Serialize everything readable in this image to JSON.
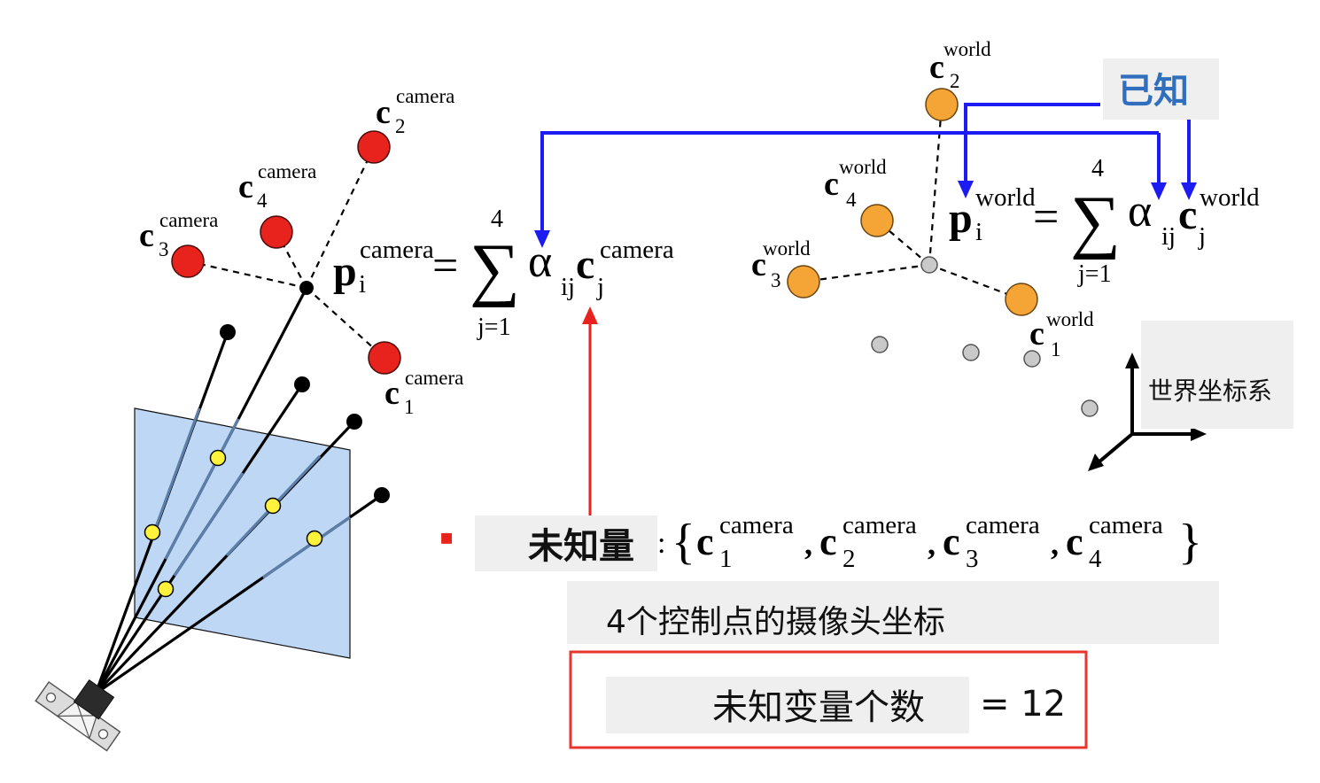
{
  "camera_side": {
    "points": [
      {
        "base": "c",
        "sub": "2",
        "sup": "camera"
      },
      {
        "base": "c",
        "sub": "4",
        "sup": "camera"
      },
      {
        "base": "c",
        "sub": "3",
        "sup": "camera"
      },
      {
        "base": "c",
        "sub": "1",
        "sup": "camera"
      }
    ],
    "equation": {
      "lhs_base": "p",
      "lhs_sub": "i",
      "lhs_sup": "camera",
      "equals": "=",
      "sum_symbol": "∑",
      "sum_upper": "4",
      "sum_lower": "j=1",
      "alpha": "α",
      "alpha_sub": "ij",
      "rhs_base": "c",
      "rhs_sub": "j",
      "rhs_sup": "camera"
    }
  },
  "world_side": {
    "points": [
      {
        "base": "c",
        "sub": "2",
        "sup": "world"
      },
      {
        "base": "c",
        "sub": "4",
        "sup": "world"
      },
      {
        "base": "c",
        "sub": "3",
        "sup": "world"
      },
      {
        "base": "c",
        "sub": "1",
        "sup": "world"
      }
    ],
    "equation": {
      "lhs_base": "p",
      "lhs_sub": "i",
      "lhs_sup": "world",
      "equals": "=",
      "sum_symbol": "∑",
      "sum_upper": "4",
      "sum_lower": "j=1",
      "alpha": "α",
      "alpha_sub": "ij",
      "rhs_base": "c",
      "rhs_sub": "j",
      "rhs_sup": "world"
    },
    "axis_label": "世界坐标系"
  },
  "known_label": "已知",
  "unknowns": {
    "bullet": "▪",
    "label": "未知量",
    "colon": ":",
    "open_brace": "{",
    "close_brace": "}",
    "comma": ",",
    "items": [
      {
        "base": "c",
        "sub": "1",
        "sup": "camera"
      },
      {
        "base": "c",
        "sub": "2",
        "sup": "camera"
      },
      {
        "base": "c",
        "sub": "3",
        "sup": "camera"
      },
      {
        "base": "c",
        "sub": "4",
        "sup": "camera"
      }
    ],
    "description": "4个控制点的摄像头坐标"
  },
  "unknown_count": {
    "label": "未知变量个数",
    "value": "= 12"
  },
  "colors": {
    "control_point_camera": "#e8221c",
    "control_point_world": "#f5a536",
    "image_point": "#fef23c",
    "image_plane": "#bdd7f5",
    "known_arrow": "#1c1cf2",
    "unknown_arrow": "#e8221c",
    "label_bg": "#efefef",
    "known_text": "#2f6fbe",
    "world_point": "#c9c9c9"
  }
}
